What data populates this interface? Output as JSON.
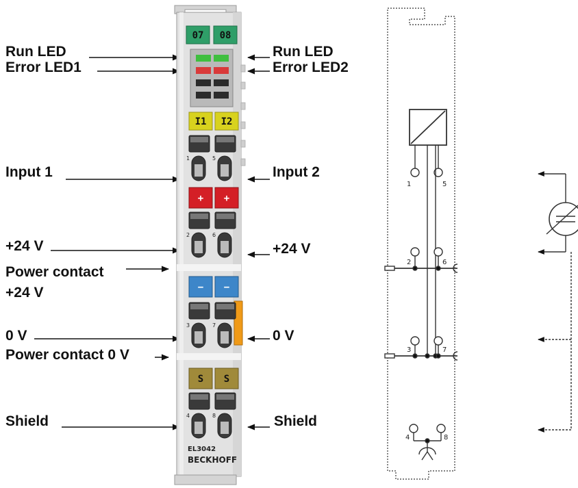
{
  "labels": {
    "run_led_left": "Run LED",
    "error_led1": "Error LED1",
    "run_led_right": "Run LED",
    "error_led2": "Error LED2",
    "input1": "Input 1",
    "input2": "Input 2",
    "plus24_left": "+24 V",
    "plus24_right": "+24 V",
    "power_contact_24_line1": "Power contact",
    "power_contact_24_line2": "+24 V",
    "zero_v_left": "0 V",
    "zero_v_right": "0 V",
    "power_contact_0v": "Power contact 0 V",
    "shield_left": "Shield",
    "shield_right": "Shield"
  },
  "module": {
    "channel_left": "07",
    "channel_right": "08",
    "input_left": "I1",
    "input_right": "I2",
    "plus_left": "+",
    "plus_right": "+",
    "minus_left": "−",
    "minus_right": "−",
    "shield_left": "S",
    "shield_right": "S",
    "model": "EL3042",
    "brand": "BECKHOFF",
    "pins": [
      "1",
      "5",
      "2",
      "6",
      "3",
      "7",
      "4",
      "8"
    ]
  },
  "schematic": {
    "pins": [
      "1",
      "5",
      "2",
      "6",
      "3",
      "7",
      "4",
      "8"
    ]
  },
  "colors": {
    "green_label": "#2f9e68",
    "yellow_label": "#d8d21e",
    "red_label": "#d41f26",
    "blue_label": "#3d86c9",
    "orange_label": "#f09a18",
    "olive_label": "#a08a3a",
    "housing": "#e2e2e2"
  }
}
